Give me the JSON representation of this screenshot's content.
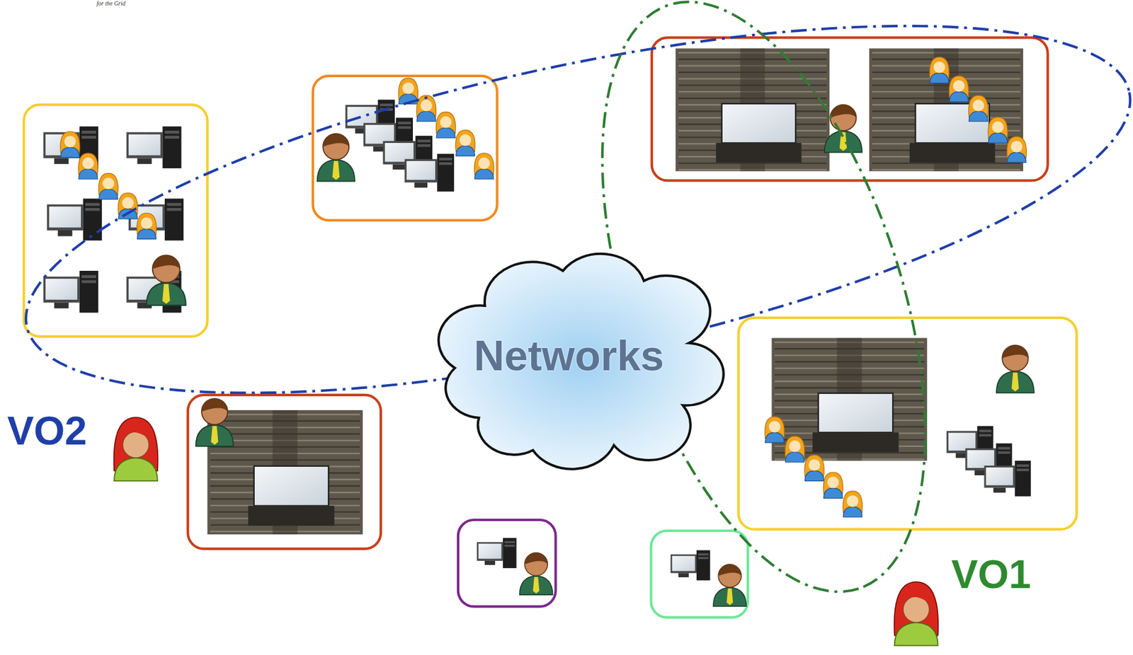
{
  "diagram": {
    "nodes": [
      {
        "text": [
          "Networks"
        ]
      }
    ],
    "labels": [
      "for the Grid",
      "VO2",
      "VO1"
    ]
  }
}
